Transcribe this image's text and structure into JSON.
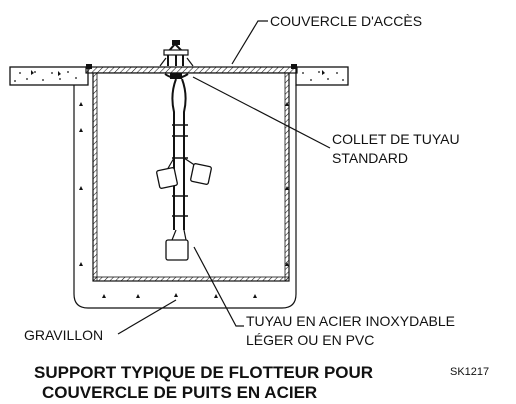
{
  "labels": {
    "access_cover": "COUVERCLE D'ACCÈS",
    "pipe_collar_line1": "COLLET DE TUYAU",
    "pipe_collar_line2": "STANDARD",
    "gravel": "GRAVILLON",
    "pipe_line1": "TUYAU EN ACIER INOXYDABLE",
    "pipe_line2": "LÉGER OU EN PVC"
  },
  "title": {
    "line1": "SUPPORT TYPIQUE DE FLOTTEUR POUR",
    "line2": "COUVERCLE DE PUITS EN ACIER"
  },
  "drawing_code": "SK1217"
}
